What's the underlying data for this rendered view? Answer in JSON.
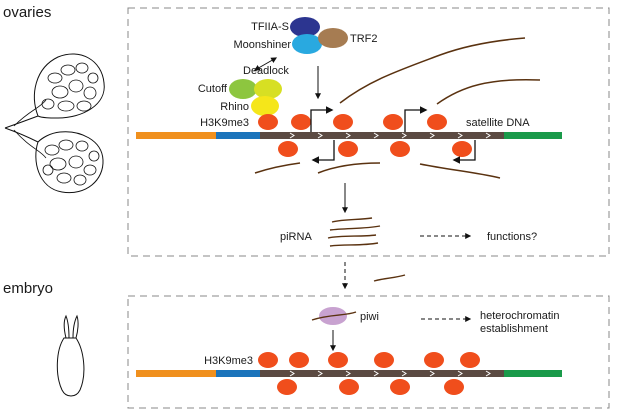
{
  "sections": {
    "ovaries_label": "ovaries",
    "embryo_label": "embryo"
  },
  "ovaries": {
    "tfiia_s": "TFIIA-S",
    "trf2": "TRF2",
    "moonshiner": "Moonshiner",
    "deadlock": "Deadlock",
    "cutoff": "Cutoff",
    "rhino": "Rhino",
    "h3k9me3": "H3K9me3",
    "satellite_dna": "satellite DNA",
    "pirna": "piRNA",
    "functions": "functions?"
  },
  "embryo": {
    "piwi": "piwi",
    "heterochromatin_line1": "heterochromatin",
    "heterochromatin_line2": "establishment",
    "h3k9me3": "H3K9me3"
  },
  "colors": {
    "orange_segment": "#f0901e",
    "blue_segment": "#1b74bb",
    "dark_segment": "#5b4a42",
    "green_segment": "#1a9a4a",
    "nucleosome": "#f04e1c",
    "tfiia_s": "#2c3590",
    "moonshiner": "#29a9e0",
    "trf2": "#a67c52",
    "cutoff": "#8dc63f",
    "deadlock": "#d7df23",
    "rhino": "#f5e61a",
    "transcript": "#5a3210",
    "piwi": "#c8a2d0",
    "dashed_box": "#888888"
  }
}
